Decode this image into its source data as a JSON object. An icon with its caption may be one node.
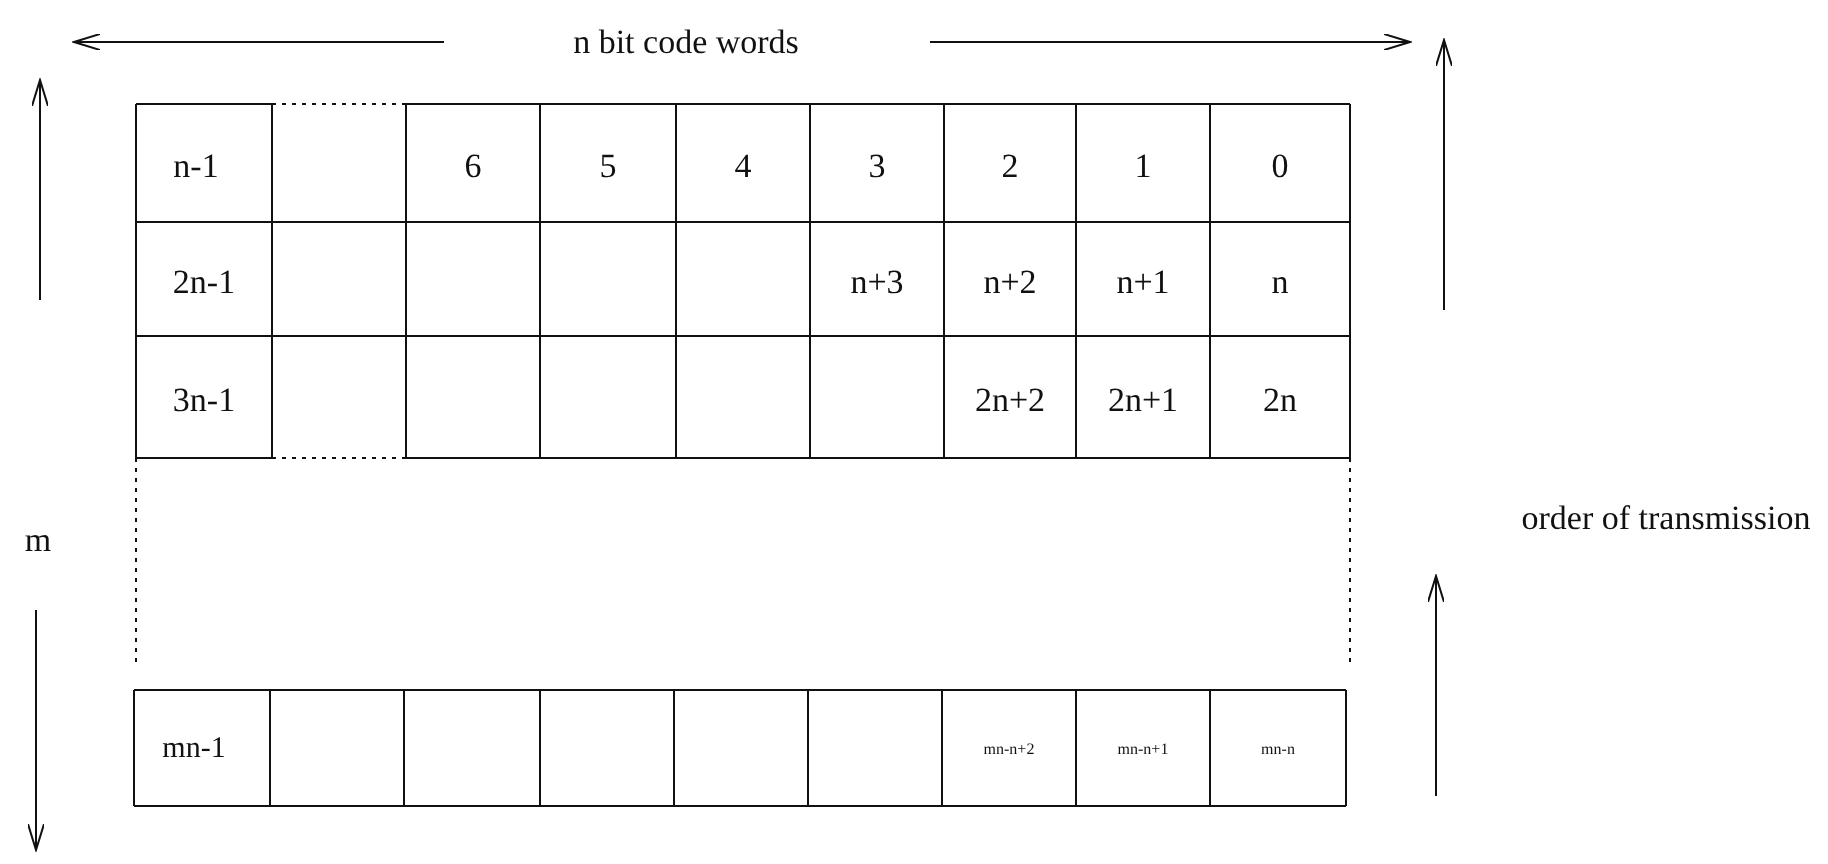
{
  "diagram": {
    "labels": [
      "n bit code words",
      "n-1",
      "6",
      "5",
      "4",
      "3",
      "2",
      "1",
      "0",
      "2n-1",
      "n+3",
      "n+2",
      "n+1",
      "n",
      "3n-1",
      "2n+2",
      "2n+1",
      "2n",
      "m",
      "order of transmission",
      "mn-1",
      "mn-n+2",
      "mn-n+1",
      "mn-n"
    ]
  }
}
